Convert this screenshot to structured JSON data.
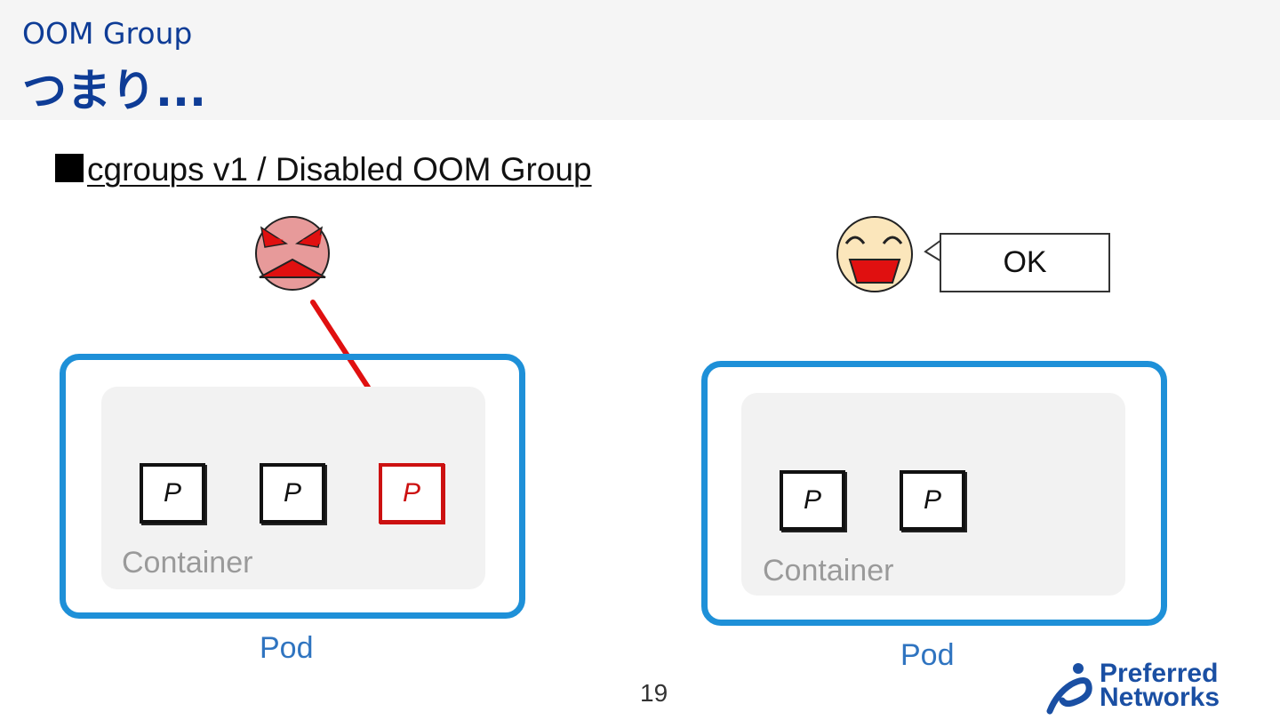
{
  "header": {
    "section": "OOM Group",
    "title": "つまり..."
  },
  "bullet": {
    "text": "cgroups v1 / Disabled OOM Group"
  },
  "left": {
    "procs": [
      "P",
      "P",
      "P"
    ],
    "container_label": "Container",
    "pod_label": "Pod",
    "killed_index": 2
  },
  "right": {
    "procs": [
      "P",
      "P"
    ],
    "container_label": "Container",
    "pod_label": "Pod",
    "bubble_text": "OK"
  },
  "footer": {
    "page_number": "19",
    "logo_line1": "Preferred",
    "logo_line2": "Networks"
  },
  "colors": {
    "title": "#0e3c96",
    "pod_border": "#1e90d8",
    "kill": "#cc1111"
  }
}
